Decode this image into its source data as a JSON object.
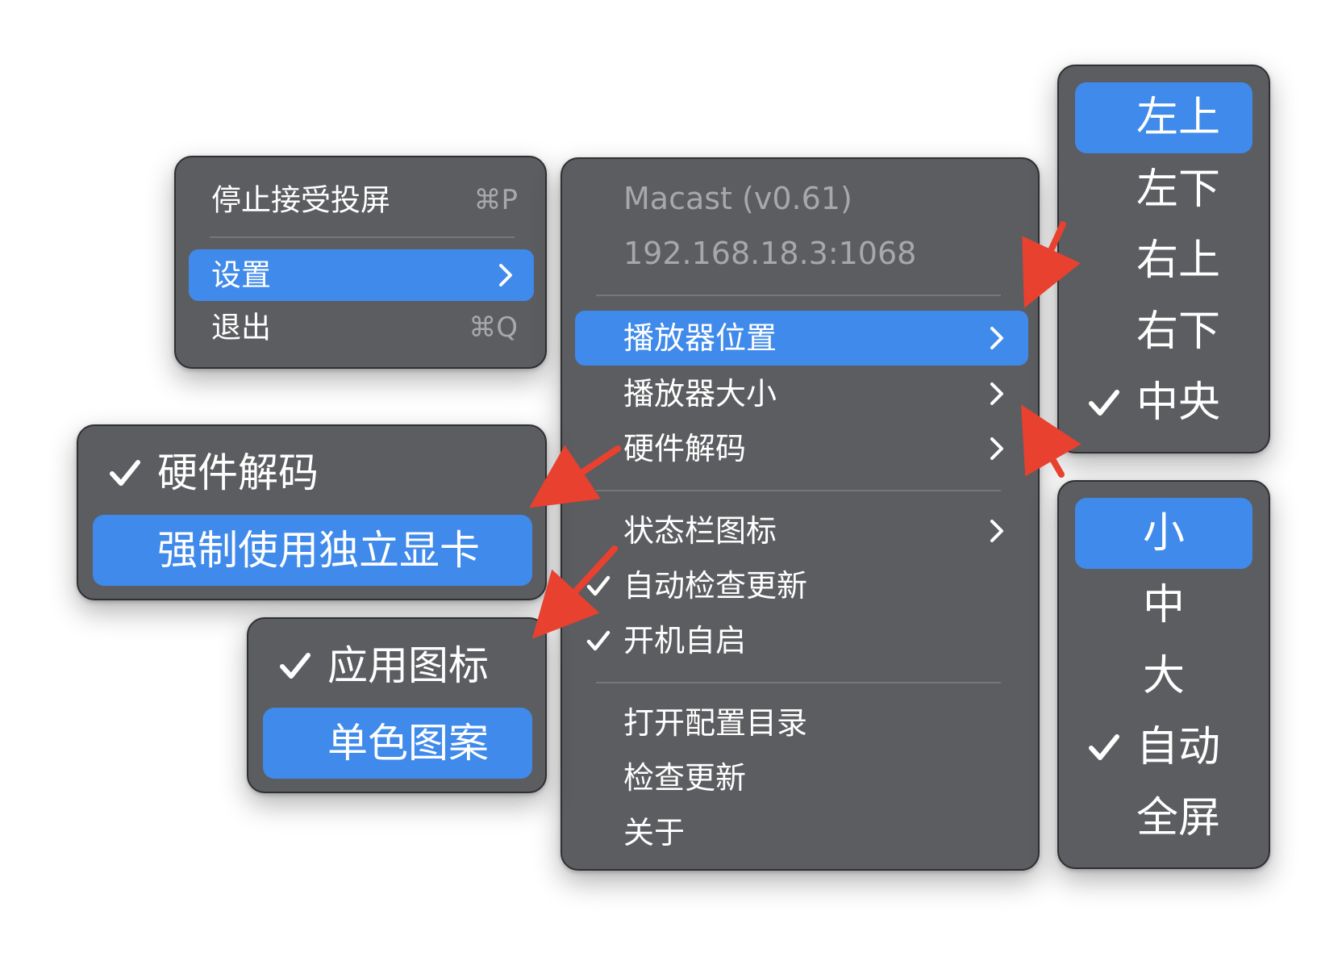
{
  "colors": {
    "menu_bg": "#5c5d60",
    "highlight": "#3f8aea",
    "text": "#ffffff",
    "secondary_text": "#a7a8ab",
    "annotation_arrow": "#e8412f"
  },
  "tray_menu": {
    "items": [
      {
        "label": "停止接受投屏",
        "shortcut": "⌘P"
      },
      {
        "label": "设置",
        "icon": "chevron-right-icon"
      },
      {
        "label": "退出",
        "shortcut": "⌘Q"
      }
    ]
  },
  "settings_menu": {
    "app_name": "Macast (v0.61)",
    "address": "192.168.18.3:1068",
    "items": [
      {
        "label": "播放器位置",
        "icon": "chevron-right-icon"
      },
      {
        "label": "播放器大小",
        "icon": "chevron-right-icon"
      },
      {
        "label": "硬件解码",
        "icon": "chevron-right-icon"
      },
      {
        "label": "状态栏图标",
        "icon": "chevron-right-icon"
      },
      {
        "label": "自动检查更新",
        "checked": true
      },
      {
        "label": "开机自启",
        "checked": true
      },
      {
        "label": "打开配置目录"
      },
      {
        "label": "检查更新"
      },
      {
        "label": "关于"
      }
    ]
  },
  "hardware_decode_menu": {
    "items": [
      {
        "label": "硬件解码",
        "checked": true
      },
      {
        "label": "强制使用独立显卡"
      }
    ]
  },
  "status_icon_menu": {
    "items": [
      {
        "label": "应用图标",
        "checked": true
      },
      {
        "label": "单色图案"
      }
    ]
  },
  "position_menu": {
    "items": [
      {
        "label": "左上"
      },
      {
        "label": "左下"
      },
      {
        "label": "右上"
      },
      {
        "label": "右下"
      },
      {
        "label": "中央",
        "checked": true
      }
    ]
  },
  "size_menu": {
    "items": [
      {
        "label": "小"
      },
      {
        "label": "中"
      },
      {
        "label": "大"
      },
      {
        "label": "自动",
        "checked": true
      },
      {
        "label": "全屏"
      }
    ]
  }
}
